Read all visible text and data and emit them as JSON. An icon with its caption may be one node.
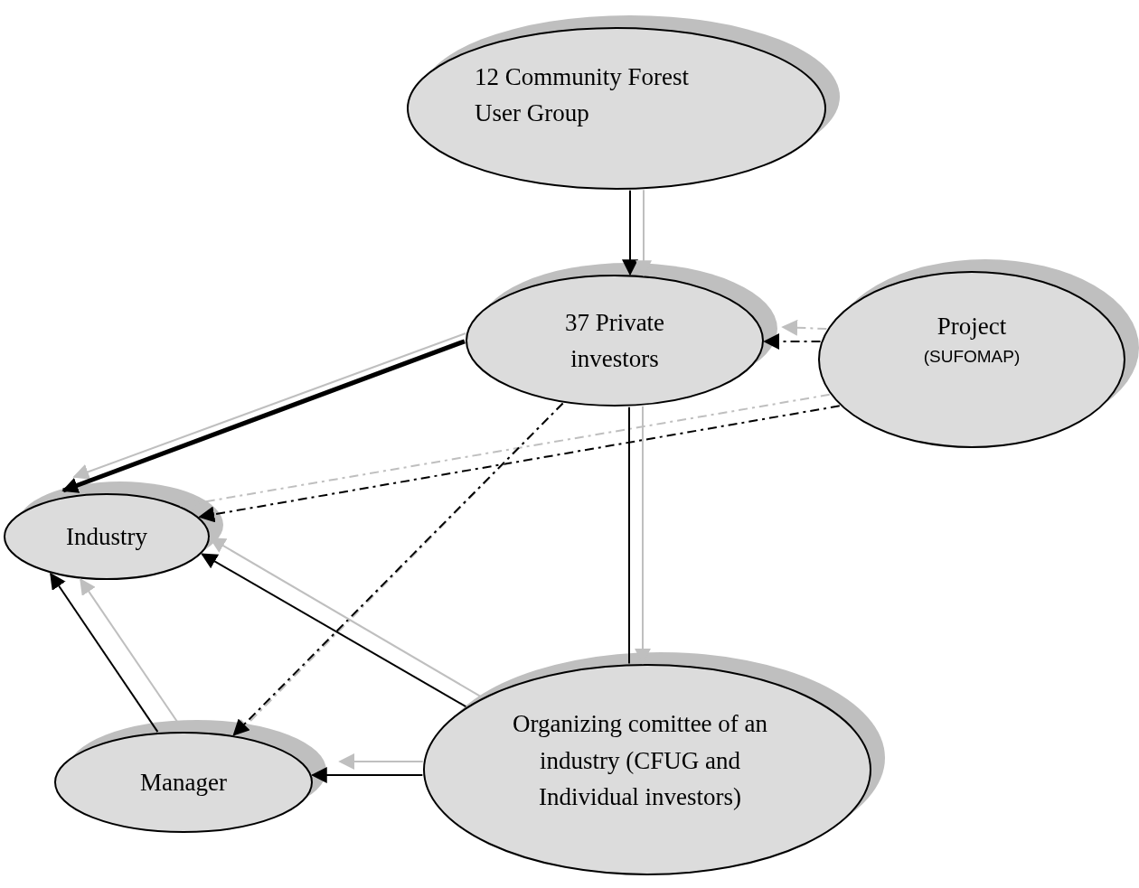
{
  "diagram": {
    "nodes": [
      {
        "text": [
          "12 Community Forest User Group"
        ]
      },
      {
        "text": [
          "37 Private investors"
        ]
      },
      {
        "text": [
          "Project",
          "(SUFOMAP)"
        ]
      },
      {
        "text": [
          "Industry"
        ]
      },
      {
        "text": [
          "Manager"
        ]
      },
      {
        "text": [
          "Organizing comittee of an industry (CFUG and Individual investors)"
        ]
      }
    ],
    "edges": [
      {
        "from": 0,
        "to": 1,
        "arrow": "to"
      },
      {
        "from": 0,
        "to": 1,
        "arrow": "to",
        "color": "#bfbfbf"
      },
      {
        "from": 2,
        "to": 1,
        "arrow": "to",
        "style": "dashed",
        "color": "#bfbfbf"
      },
      {
        "from": 2,
        "to": 1,
        "arrow": "to",
        "style": "dashed"
      },
      {
        "from": 1,
        "to": 3,
        "arrow": "to",
        "color": "#bfbfbf"
      },
      {
        "from": 1,
        "to": 3,
        "arrow": "to",
        "style": "thick"
      },
      {
        "from": 2,
        "to": 3,
        "arrow": "to",
        "style": "dashed",
        "color": "#bfbfbf"
      },
      {
        "from": 2,
        "to": 3,
        "arrow": "to",
        "style": "dashed"
      },
      {
        "from": 1,
        "to": 4,
        "arrow": "to",
        "style": "dashed",
        "color": "#bfbfbf"
      },
      {
        "from": 1,
        "to": 4,
        "arrow": "to",
        "style": "dashed"
      },
      {
        "from": 1,
        "to": 5,
        "arrow": "to",
        "color": "#bfbfbf"
      },
      {
        "from": 1,
        "to": 5,
        "arrow": "none"
      },
      {
        "from": 5,
        "to": 3,
        "arrow": "to",
        "color": "#bfbfbf"
      },
      {
        "from": 5,
        "to": 3,
        "arrow": "to"
      },
      {
        "from": 4,
        "to": 3,
        "arrow": "to",
        "color": "#bfbfbf"
      },
      {
        "from": 4,
        "to": 3,
        "arrow": "to"
      },
      {
        "from": 5,
        "to": 4,
        "arrow": "to",
        "color": "#bfbfbf"
      },
      {
        "from": 5,
        "to": 4,
        "arrow": "to"
      }
    ]
  }
}
